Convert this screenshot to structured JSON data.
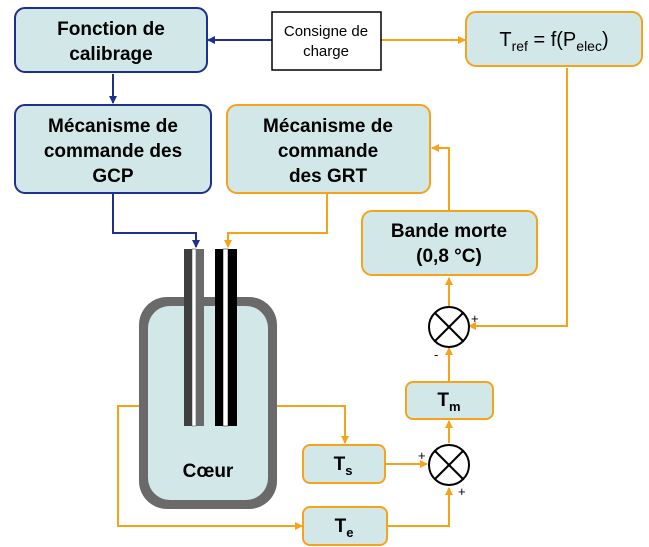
{
  "diagram": {
    "calibration": {
      "line1": "Fonction de",
      "line2": "calibrage"
    },
    "setpoint": {
      "line1": "Consigne de",
      "line2": "charge"
    },
    "tref": {
      "t": "T",
      "ref": "ref",
      "mid": " = f(P",
      "elec": "elec",
      "end": ")"
    },
    "gcp": {
      "line1": "Mécanisme de",
      "line2": "commande des",
      "line3": "GCP"
    },
    "grt": {
      "line1": "Mécanisme de",
      "line2": "commande",
      "line3": "des GRT"
    },
    "deadband": {
      "line1": "Bande morte",
      "line2": "(0,8 °C)"
    },
    "tm": {
      "t": "T",
      "sub": "m"
    },
    "ts": {
      "t": "T",
      "sub": "s"
    },
    "te": {
      "t": "T",
      "sub": "e"
    },
    "core": {
      "label": "Cœur"
    },
    "signs": {
      "plus": "+",
      "minus": "-"
    }
  }
}
